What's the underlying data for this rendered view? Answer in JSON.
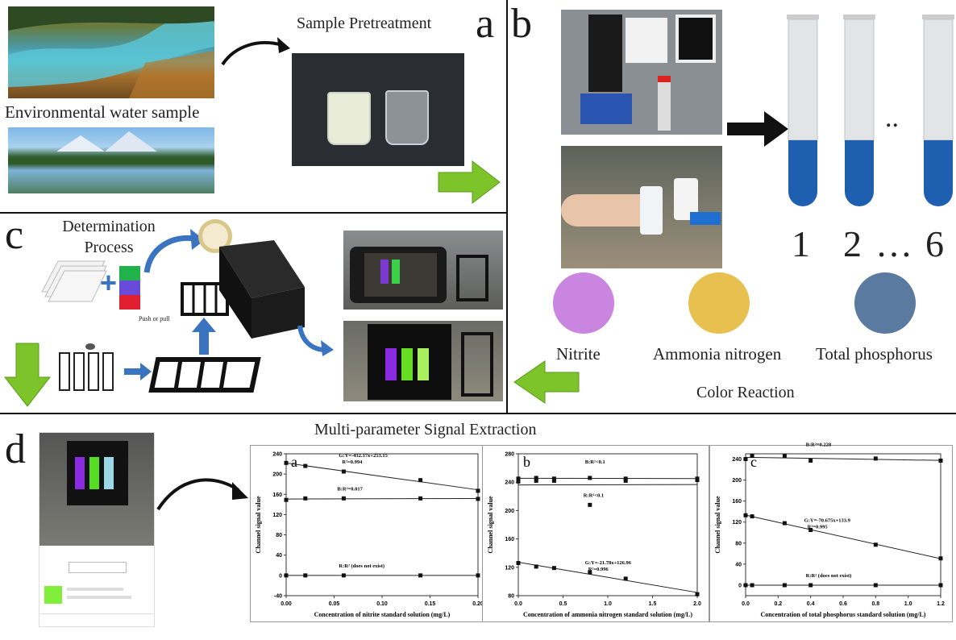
{
  "panel_letters": {
    "a": "a",
    "b": "b",
    "c": "c",
    "d": "d"
  },
  "captions": {
    "sample_pretreatment": "Sample Pretreatment",
    "env_water": "Environmental water sample",
    "determination_process": "Determination Process",
    "push_or_pull": "Push or pull",
    "color_reaction": "Color Reaction",
    "signal_extraction": "Multi-parameter Signal Extraction",
    "tube_labels": [
      "1",
      "2",
      "…",
      "6"
    ],
    "dots": ".."
  },
  "color_legend": [
    {
      "label": "Nitrite",
      "color": "#c985e0"
    },
    {
      "label": "Ammonia nitrogen",
      "color": "#e8c050"
    },
    {
      "label": "Total phosphorus",
      "color": "#5a7aa0"
    }
  ],
  "colors": {
    "arrow_green": "#7cc42a",
    "arrow_blue": "#3a73c0",
    "tube_blue": "#1f5fb0"
  },
  "icons": [
    "curved-arrow-icon",
    "right-arrow-icon",
    "down-arrow-icon",
    "left-arrow-icon"
  ],
  "chart_data": [
    {
      "type": "line",
      "panel_label": "a",
      "xlabel": "Concentration of nitrite standard solution (mg/L)",
      "ylabel": "Channel signal value",
      "xlim": [
        0,
        0.2
      ],
      "ylim": [
        -40,
        240
      ],
      "xticks": [
        "0.00",
        "0.05",
        "0.10",
        "0.15",
        "0.20"
      ],
      "yticks": [
        "-40",
        "0",
        "40",
        "80",
        "120",
        "160",
        "200",
        "240"
      ],
      "series": [
        {
          "x": [
            0,
            0.02,
            0.06,
            0.14,
            0.2
          ],
          "y": [
            222,
            216,
            205,
            188,
            167
          ],
          "annotation": "G:Y=-432.37x+253.15",
          "annotation2": "R²=0.994"
        },
        {
          "x": [
            0,
            0.02,
            0.06,
            0.14,
            0.2
          ],
          "y": [
            149,
            152,
            152,
            152,
            151
          ],
          "annotation": "B:R²=0.017"
        },
        {
          "x": [
            0,
            0.02,
            0.06,
            0.14,
            0.2
          ],
          "y": [
            0,
            0,
            0,
            0,
            0
          ],
          "annotation": "R:R² (does not exist)"
        }
      ]
    },
    {
      "type": "line",
      "panel_label": "b",
      "xlabel": "Concentration of ammonia nitrogen standard solution (mg/L)",
      "ylabel": "Channel signal value",
      "xlim": [
        0,
        2.0
      ],
      "ylim": [
        80,
        280
      ],
      "xticks": [
        "0.0",
        "0.5",
        "1.0",
        "1.5",
        "2.0"
      ],
      "yticks": [
        "80",
        "120",
        "160",
        "200",
        "240",
        "280"
      ],
      "series": [
        {
          "x": [
            0,
            0.2,
            0.4,
            0.8,
            1.2,
            2.0
          ],
          "y": [
            245,
            246,
            245,
            246,
            245,
            245
          ],
          "annotation": "B:R²<0.1"
        },
        {
          "x": [
            0,
            0.2,
            0.4,
            0.8,
            1.2,
            2.0
          ],
          "y": [
            241,
            242,
            242,
            208,
            242,
            243
          ],
          "annotation": "R:R²<0.1"
        },
        {
          "x": [
            0,
            0.2,
            0.4,
            0.8,
            1.2,
            2.0
          ],
          "y": [
            126,
            121,
            119,
            113,
            104,
            82
          ],
          "annotation": "G:Y=-21.78x+126.96",
          "annotation2": "R²=0.996"
        }
      ]
    },
    {
      "type": "line",
      "panel_label": "c",
      "xlabel": "Concentration of total phosphorus standard solution (mg/L)",
      "ylabel": "Channel signal value",
      "xlim": [
        0,
        1.2
      ],
      "ylim": [
        -20,
        250
      ],
      "xticks": [
        "0.0",
        "0.2",
        "0.4",
        "0.6",
        "0.8",
        "1.0",
        "1.2"
      ],
      "yticks": [
        "0",
        "40",
        "80",
        "120",
        "160",
        "200",
        "240"
      ],
      "series": [
        {
          "x": [
            0,
            0.04,
            0.24,
            0.4,
            0.8,
            1.2
          ],
          "y": [
            240,
            246,
            246,
            237,
            241,
            237
          ],
          "annotation": "B:R²=0.228"
        },
        {
          "x": [
            0,
            0.04,
            0.24,
            0.4,
            0.8,
            1.2
          ],
          "y": [
            133,
            131,
            118,
            105,
            77,
            51
          ],
          "annotation": "G:Y=-70.675x+133.9",
          "annotation2": "R²=0.995"
        },
        {
          "x": [
            0,
            0.04,
            0.24,
            0.4,
            0.8,
            1.2
          ],
          "y": [
            0,
            0,
            0,
            0,
            0,
            0
          ],
          "annotation": "R:R² (does not exist)"
        }
      ]
    }
  ]
}
